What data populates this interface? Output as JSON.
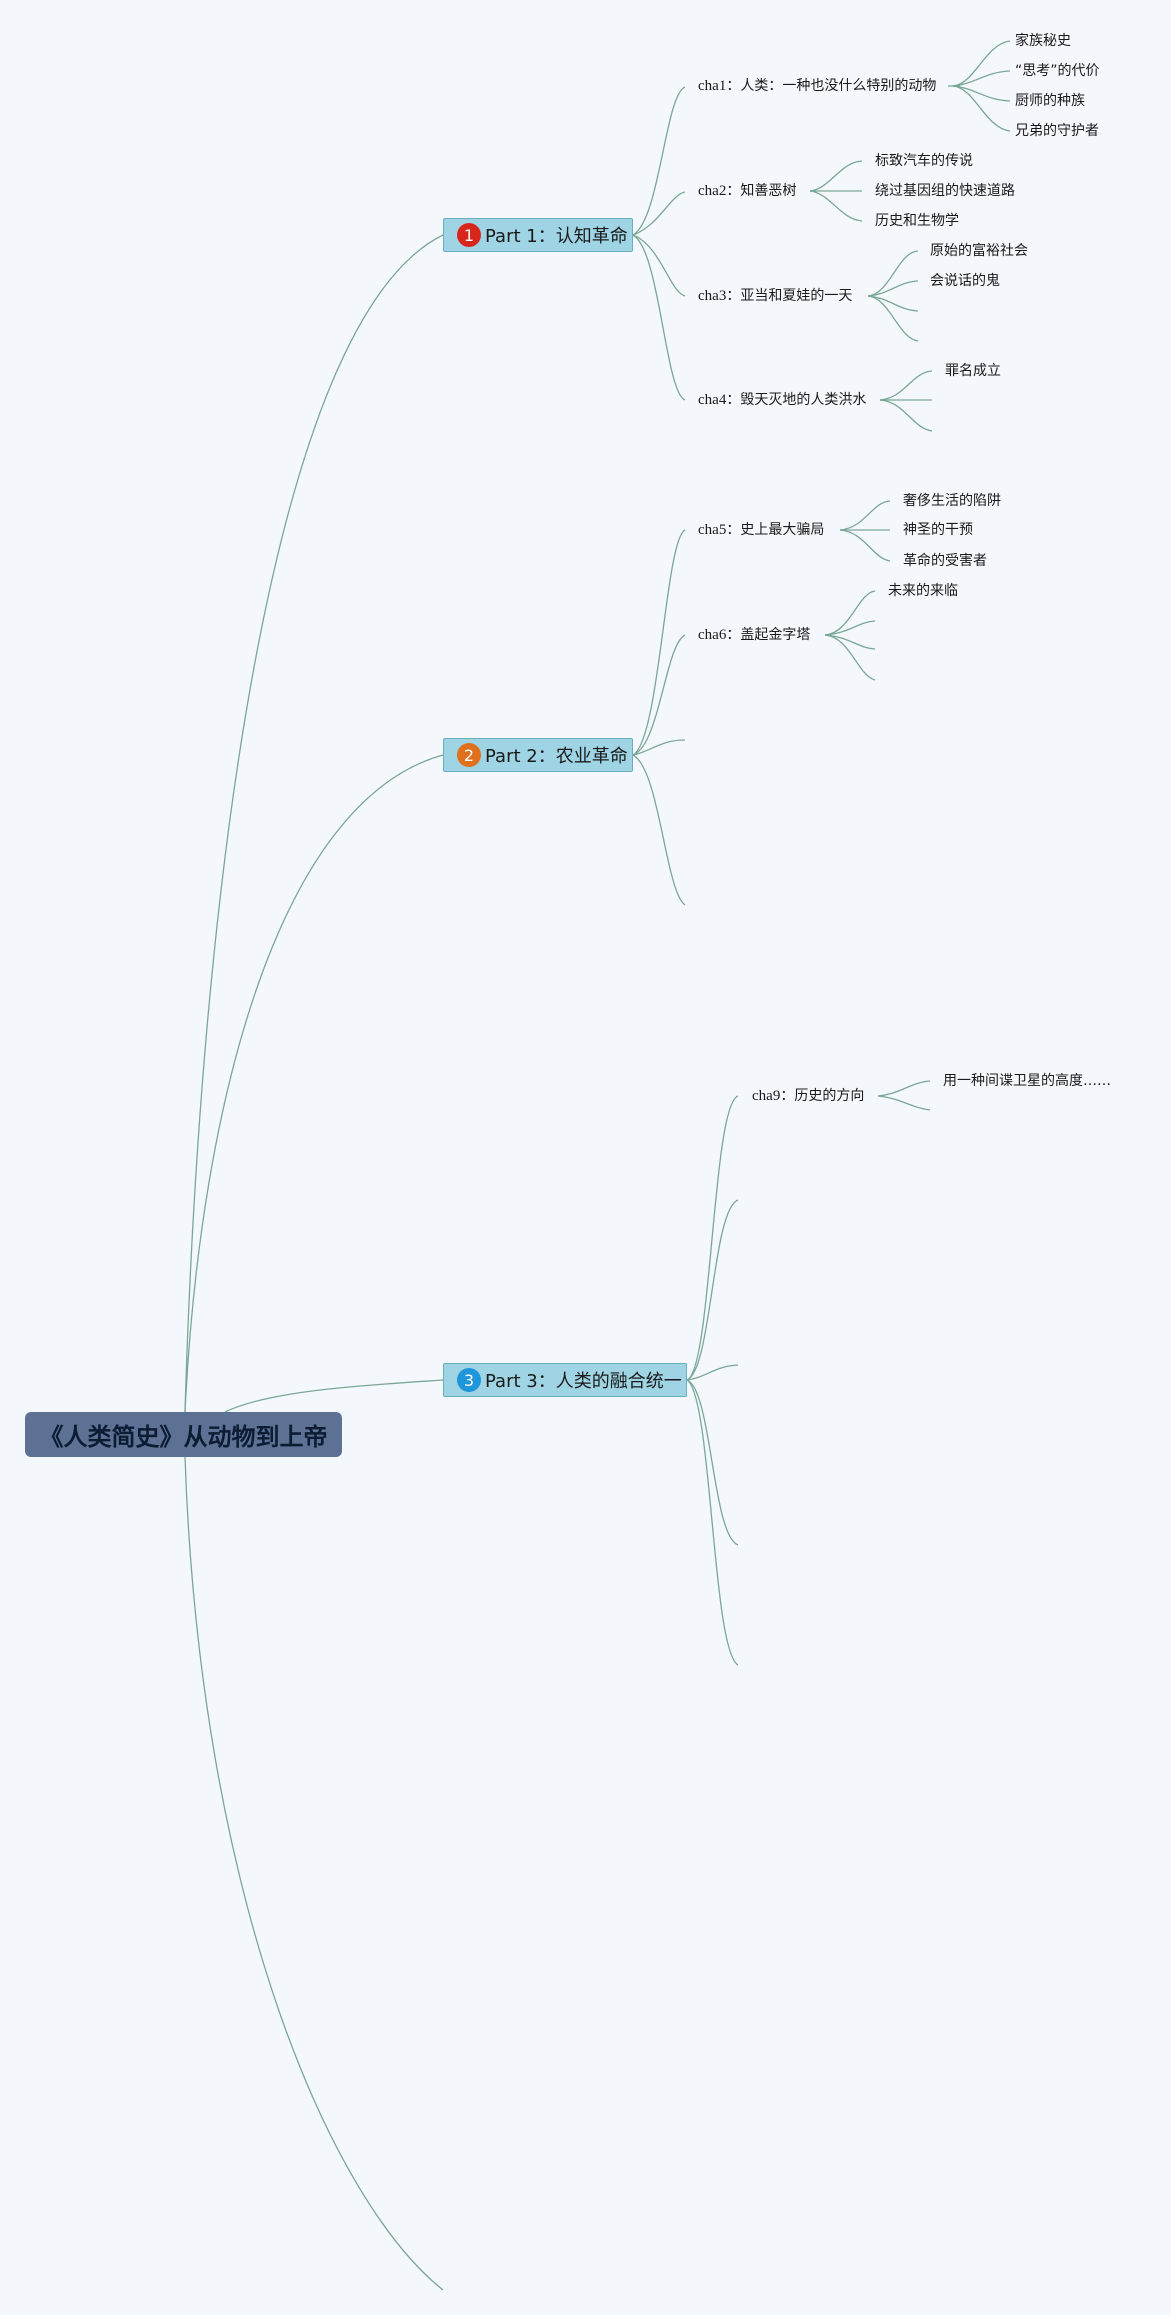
{
  "root": {
    "title": "《人类简史》从动物到上帝"
  },
  "parts": [
    {
      "number": "1",
      "color": "#d9261c",
      "label": "Part 1：认知革命",
      "chapters": [
        {
          "code": "cha1",
          "title": "：人类：一种也没什么特别的动物",
          "leaves": [
            "家族秘史",
            "“思考”的代价",
            "厨师的种族",
            "兄弟的守护者"
          ]
        },
        {
          "code": "cha2",
          "title": "：知善恶树",
          "leaves": [
            "标致汽车的传说",
            "绕过基因组的快速道路",
            "历史和生物学"
          ]
        },
        {
          "code": "cha3",
          "title": "：亚当和夏娃的一天",
          "leaves": [
            "原始的富裕社会",
            "会说话的鬼",
            "",
            ""
          ]
        },
        {
          "code": "cha4",
          "title": "：毁天灭地的人类洪水",
          "leaves": [
            "罪名成立",
            "",
            ""
          ]
        }
      ]
    },
    {
      "number": "2",
      "color": "#e0701b",
      "label": "Part 2：农业革命",
      "chapters": [
        {
          "code": "cha5",
          "title": "：史上最大骗局",
          "leaves": [
            "奢侈生活的陷阱",
            "神圣的干预",
            "革命的受害者"
          ]
        },
        {
          "code": "cha6",
          "title": "：盖起金字塔",
          "leaves": [
            "未来的来临",
            "",
            "",
            ""
          ]
        },
        {
          "code": "",
          "title": "",
          "leaves": []
        },
        {
          "code": "",
          "title": "",
          "leaves": []
        }
      ]
    },
    {
      "number": "3",
      "color": "#1f96d9",
      "label": "Part 3：人类的融合统一",
      "chapters": [
        {
          "code": "cha9",
          "title": "：历史的方向",
          "leaves": [
            "用一种间谍卫星的高度……",
            ""
          ]
        },
        {
          "code": "",
          "title": "",
          "leaves": []
        },
        {
          "code": "",
          "title": "",
          "leaves": []
        },
        {
          "code": "",
          "title": "",
          "leaves": []
        },
        {
          "code": "",
          "title": "",
          "leaves": []
        }
      ]
    }
  ]
}
